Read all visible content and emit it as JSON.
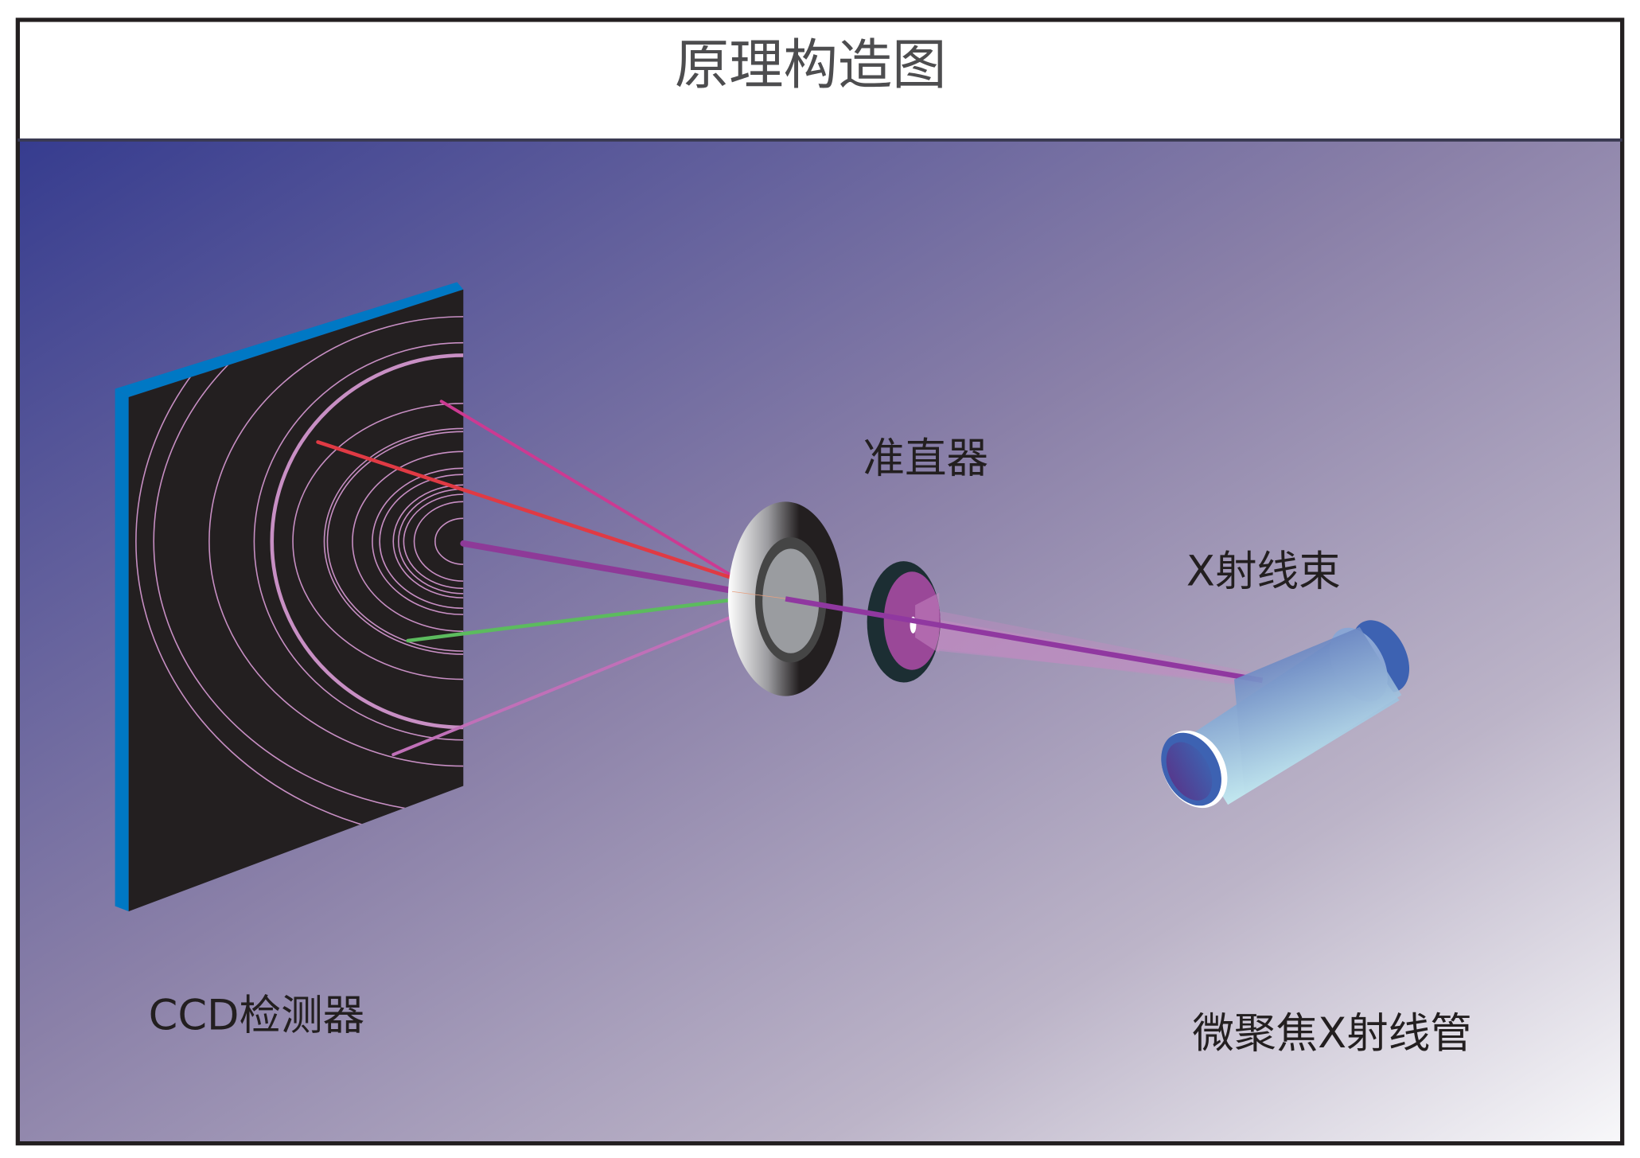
{
  "header": {
    "title": "原理构造图"
  },
  "labels": {
    "collimator": "准直器",
    "xray_beam": "X射线束",
    "ccd_detector": "CCD检测器",
    "xray_tube": "微聚焦X射线管"
  },
  "colors": {
    "frame_border": "#231f20",
    "background_gradient_start": "#363c8f",
    "background_gradient_mid": "#8c82a8",
    "background_gradient_end": "#f8f8fa",
    "detector_face": "#231f20",
    "detector_edge": "#0078c4",
    "diffraction_ring": "#c88fc4",
    "ray_magenta": "#cc3a92",
    "ray_red": "#e03a44",
    "ray_purple": "#8e3a98",
    "ray_green": "#5cbb5e",
    "ray_pink": "#c070b8",
    "tube_body_start": "#4f68b4",
    "tube_body_end": "#c8eef2",
    "tube_rim": "#3d62b2"
  }
}
